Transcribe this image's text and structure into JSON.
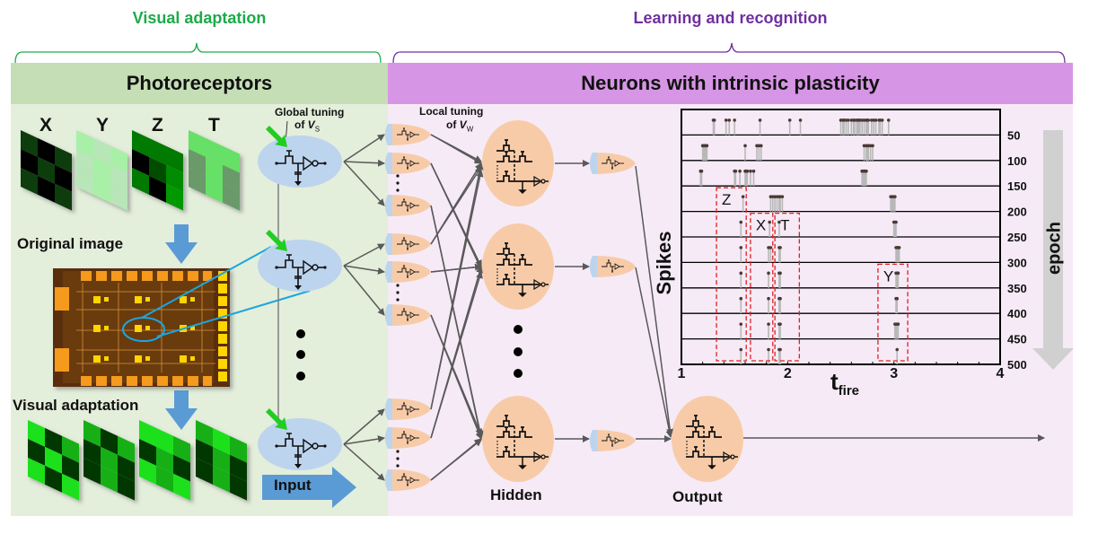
{
  "sections": {
    "left_title": "Visual adaptation",
    "right_title": "Learning and recognition",
    "left_color": "#1eaa4a",
    "right_color": "#7030a0"
  },
  "panels": {
    "photoreceptors": "Photoreceptors",
    "neurons": "Neurons with intrinsic plasticity"
  },
  "left": {
    "letters": [
      "X",
      "Y",
      "Z",
      "T"
    ],
    "original_image_label": "Original image",
    "visual_adaptation_label": "Visual adaptation",
    "global_tuning_label": "Global tuning",
    "global_tuning_of": "of ",
    "global_tuning_var": "V",
    "global_tuning_sub": "S",
    "input_label": "Input"
  },
  "right": {
    "local_tuning_label": "Local tuning",
    "local_tuning_of": "of ",
    "local_tuning_var": "V",
    "local_tuning_sub": "W",
    "hidden_label": "Hidden",
    "output_label": "Output",
    "epoch_label": "epoch"
  },
  "chart_data": {
    "type": "scatter",
    "title": "",
    "xlabel": "t",
    "xlabel_sub": "fire",
    "ylabel": "Spikes",
    "xlim": [
      1,
      4
    ],
    "x_ticks": [
      1,
      2,
      3,
      4
    ],
    "right_axis_ticks": [
      50,
      100,
      150,
      200,
      250,
      300,
      350,
      400,
      450,
      500
    ],
    "epoch_range": [
      0,
      500
    ],
    "grid": "horizontal rows per 50 epochs",
    "rows": [
      {
        "epoch": 0,
        "spikes": [
          1.3,
          1.31,
          1.42,
          1.45,
          1.5,
          1.74,
          2.02,
          2.12,
          2.5,
          2.52,
          2.53,
          2.55,
          2.57,
          2.6,
          2.62,
          2.63,
          2.65,
          2.66,
          2.67,
          2.68,
          2.7,
          2.72,
          2.74,
          2.75,
          2.76,
          2.79,
          2.81,
          2.83,
          2.86,
          2.87,
          2.89,
          2.95
        ]
      },
      {
        "epoch": 50,
        "spikes": [
          1.2,
          1.21,
          1.22,
          1.23,
          1.24,
          1.6,
          1.71,
          1.73,
          1.75,
          2.72,
          2.74,
          2.75,
          2.76,
          2.78,
          2.8
        ]
      },
      {
        "epoch": 100,
        "spikes": [
          1.18,
          1.19,
          1.5,
          1.51,
          1.55,
          1.6,
          1.61,
          1.62,
          1.65,
          1.68,
          2.7,
          2.71,
          2.72,
          2.73,
          2.74
        ]
      },
      {
        "epoch": 150,
        "spikes": [
          1.58,
          1.84,
          1.86,
          1.88,
          1.9,
          1.92,
          1.93,
          1.95,
          2.97,
          2.98,
          2.99,
          3.0,
          3.01
        ]
      },
      {
        "epoch": 200,
        "spikes": [
          1.56,
          1.83,
          1.92,
          3.0,
          3.01,
          3.02
        ]
      },
      {
        "epoch": 250,
        "spikes": [
          1.56,
          1.82,
          1.84,
          1.92,
          1.93,
          3.02,
          3.03,
          3.04,
          3.05
        ]
      },
      {
        "epoch": 300,
        "spikes": [
          1.56,
          1.82,
          1.92,
          1.93,
          3.02,
          3.03,
          3.04
        ]
      },
      {
        "epoch": 350,
        "spikes": [
          1.56,
          1.82,
          1.92,
          1.93,
          3.02,
          3.03
        ]
      },
      {
        "epoch": 400,
        "spikes": [
          1.56,
          1.82,
          1.92,
          1.93,
          3.01,
          3.02,
          3.03,
          3.04
        ]
      },
      {
        "epoch": 450,
        "spikes": [
          1.56,
          1.82,
          1.92,
          1.93,
          3.03
        ]
      }
    ],
    "annotations": [
      {
        "label": "Z",
        "x_range": [
          1.33,
          1.61
        ],
        "epoch_range": [
          150,
          500
        ]
      },
      {
        "label": "X",
        "x_range": [
          1.65,
          1.86
        ],
        "epoch_range": [
          200,
          500
        ]
      },
      {
        "label": "T",
        "x_range": [
          1.88,
          2.11
        ],
        "epoch_range": [
          200,
          500
        ]
      },
      {
        "label": "Y",
        "x_range": [
          2.85,
          3.13
        ],
        "epoch_range": [
          300,
          500
        ]
      }
    ]
  }
}
